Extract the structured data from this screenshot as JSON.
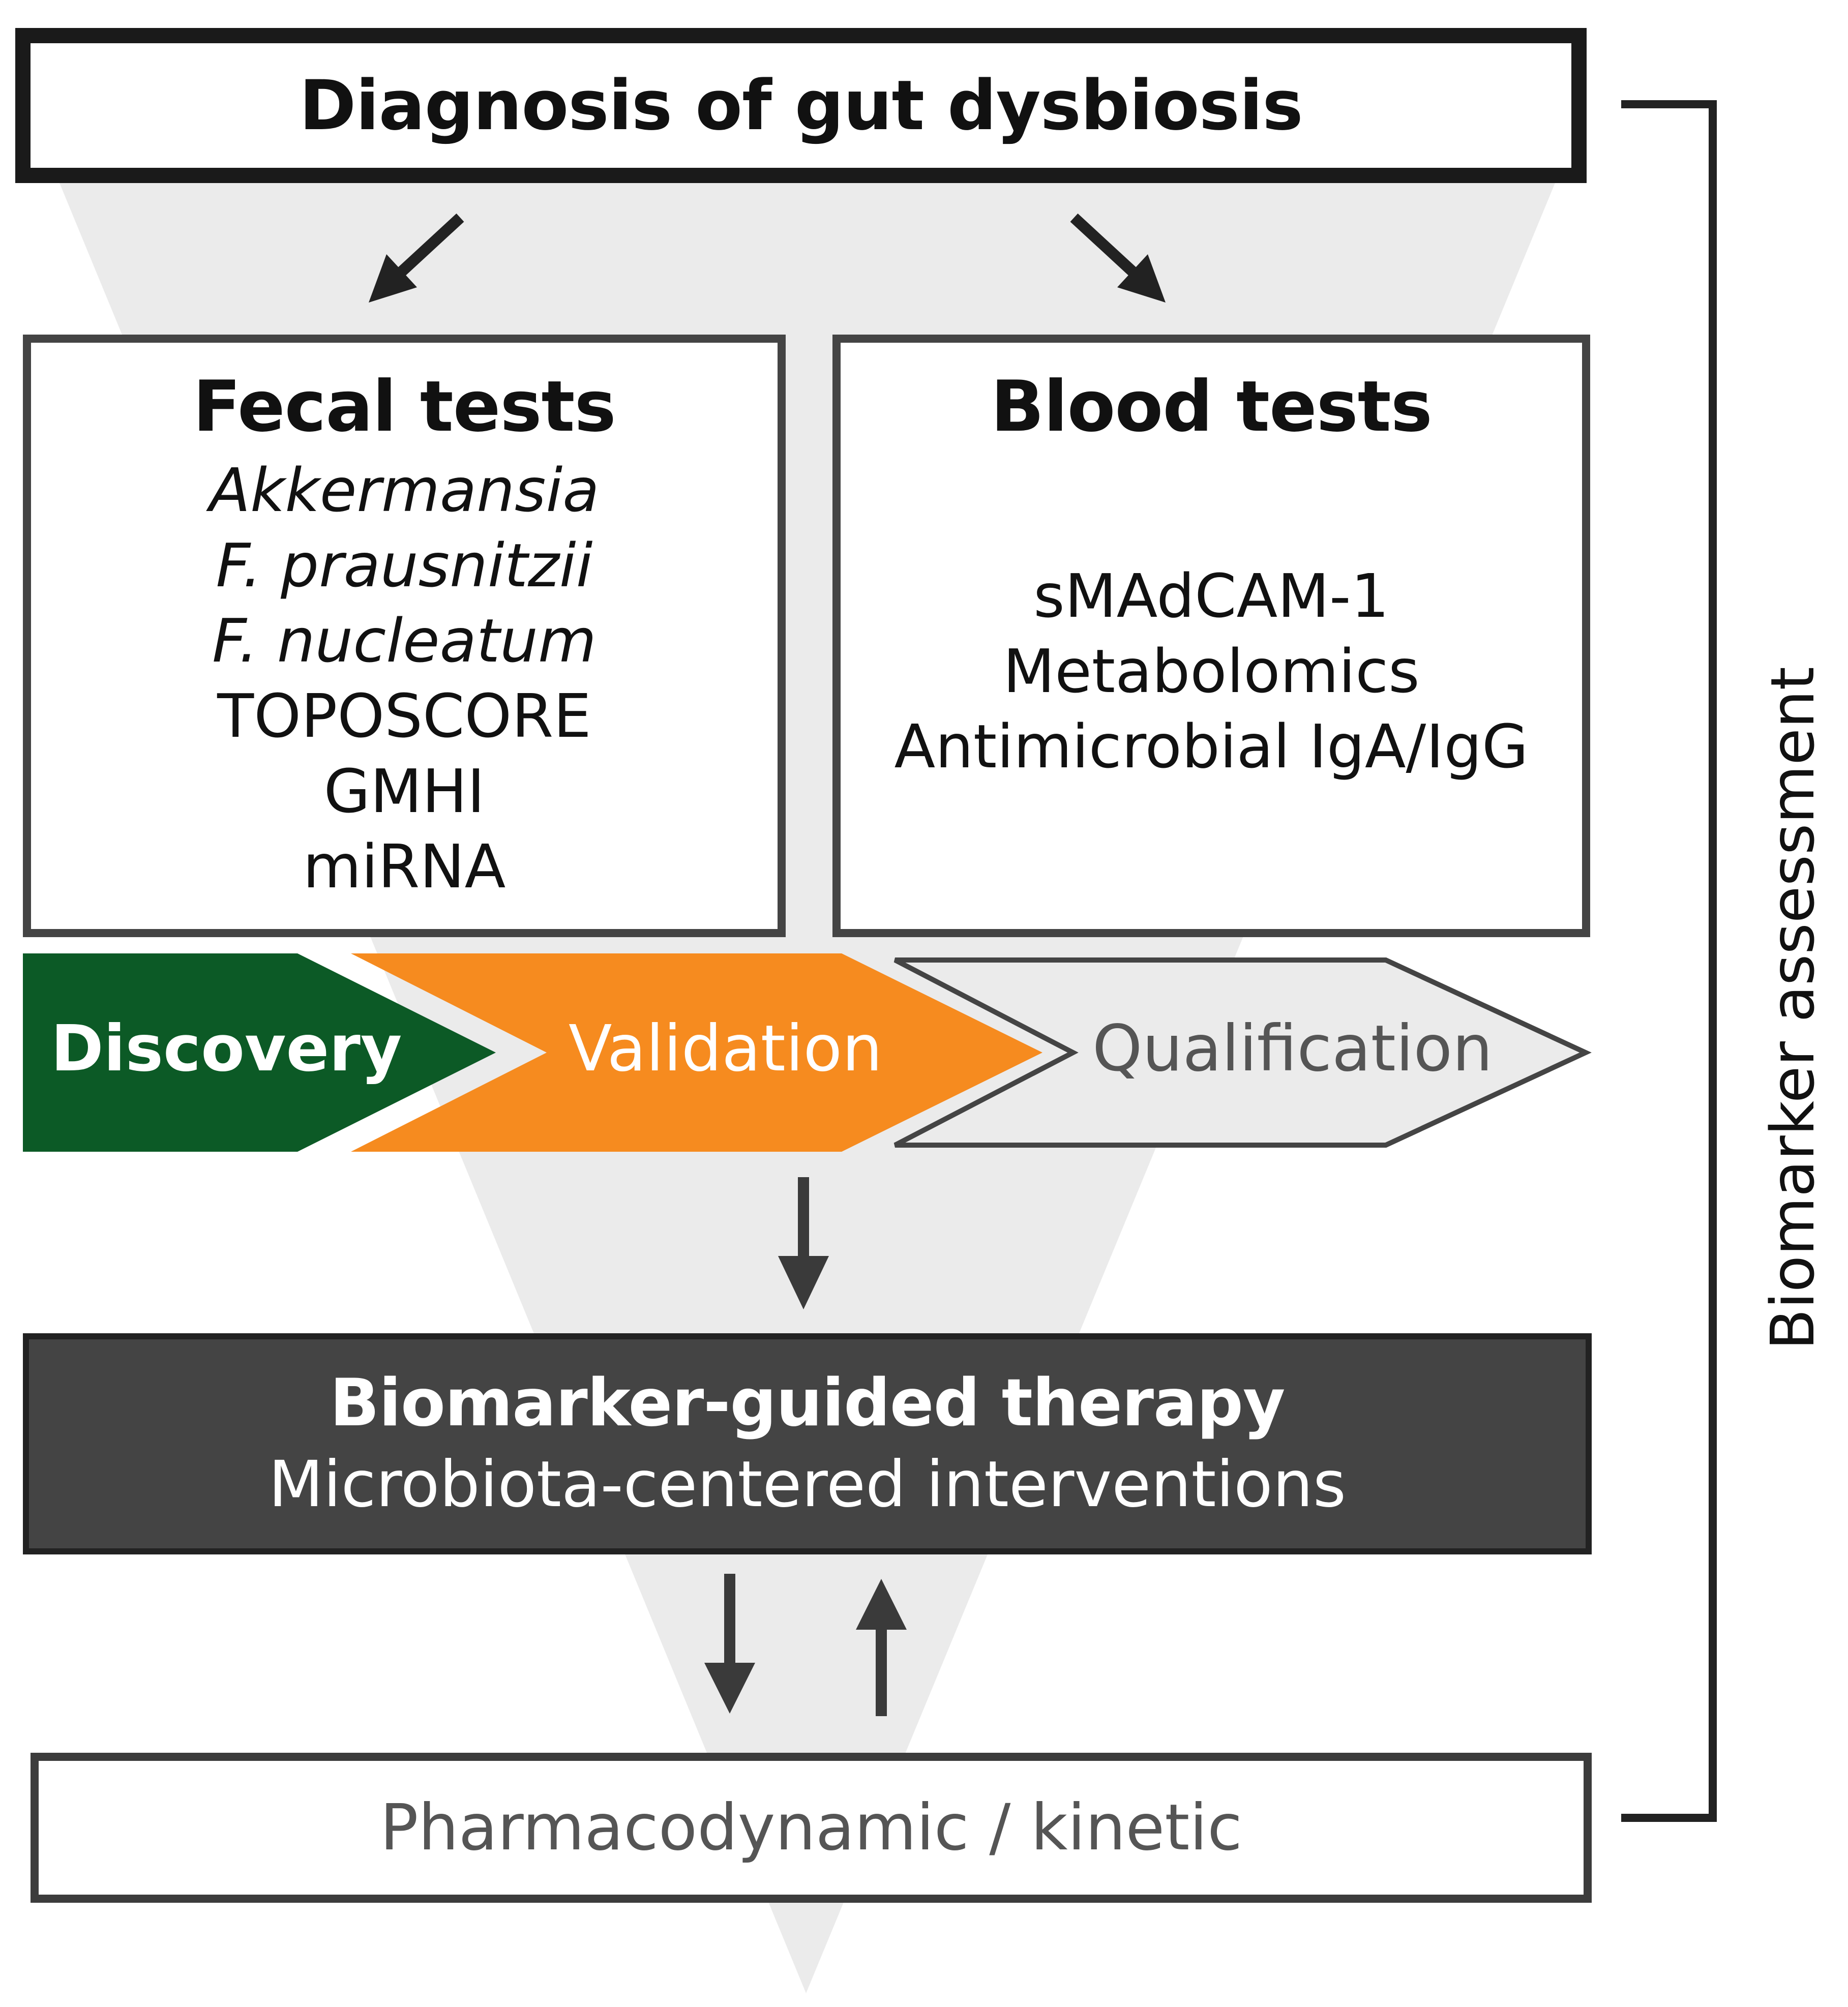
{
  "diagnosis": {
    "title": "Diagnosis of gut dysbiosis"
  },
  "fecal_tests": {
    "title": "Fecal tests",
    "items": [
      {
        "text": "Akkermansia",
        "italic": true
      },
      {
        "text": "F. prausnitzii",
        "italic": true
      },
      {
        "text": "F. nucleatum",
        "italic": true
      },
      {
        "text": "TOPOSCORE",
        "italic": false
      },
      {
        "text": "GMHI",
        "italic": false
      },
      {
        "text": "miRNA",
        "italic": false
      }
    ]
  },
  "blood_tests": {
    "title": "Blood tests",
    "items": [
      "sMAdCAM-1",
      "Metabolomics",
      "Antimicrobial IgA/IgG"
    ]
  },
  "stages": {
    "discovery": {
      "label": "Discovery",
      "color": "#0c5a26"
    },
    "validation": {
      "label": "Validation",
      "color": "#f68b1f"
    },
    "qualification": {
      "label": "Qualification",
      "color": "#ebebeb"
    }
  },
  "therapy": {
    "title": "Biomarker-guided therapy",
    "subtitle": "Microbiota-centered interventions"
  },
  "pk": {
    "label": "Pharmacodynamic / kinetic"
  },
  "side_bracket": {
    "label": "Biomarker assessment"
  },
  "colors": {
    "funnel": "#ebebeb",
    "arrow": "#3a3a3a",
    "therapy_fill": "#444444"
  }
}
